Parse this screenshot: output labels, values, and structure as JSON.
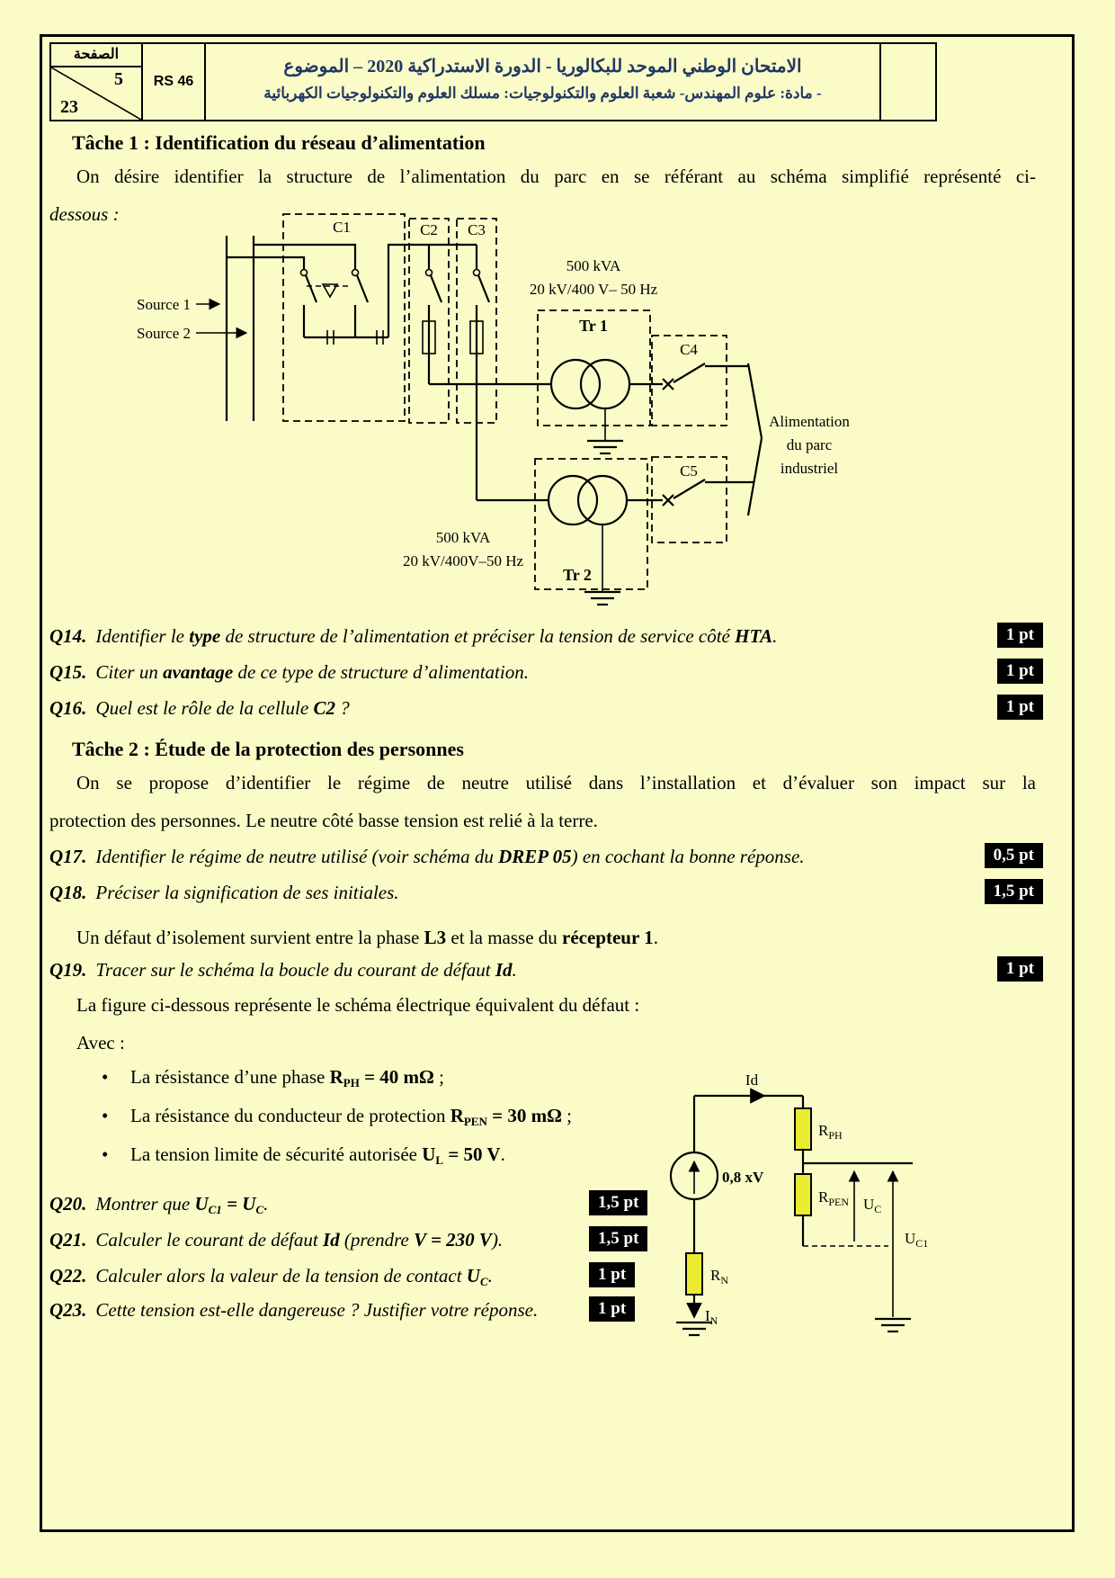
{
  "colors": {
    "page_bg": "#FBFBC8",
    "title_blue": "#1F3864",
    "resistor_yellow": "#E9EC31",
    "badge_bg": "#000000"
  },
  "header": {
    "page_word": "الصفحة",
    "page_num": "5",
    "page_total": "23",
    "doc_code": "RS 46",
    "title_line1": "الامتحان الوطني الموحد للبكالوريا - الدورة الاستدراكية 2020 – الموضوع",
    "title_line2": "- مادة: علوم المهندس- شعبة العلوم والتكنولوجيات: مسلك العلوم والتكنولوجيات الكهربائية"
  },
  "tache1": {
    "title": "Tâche 1 : Identification du réseau d’alimentation",
    "intro_l1": "On désire identifier la structure de l’alimentation du parc en se référant au schéma simplifié représenté ci-",
    "intro_l2": "dessous :"
  },
  "schema1": {
    "source1": "Source 1",
    "source2": "Source 2",
    "cells": {
      "c1": "C1",
      "c2": "C2",
      "c3": "C3",
      "c4": "C4",
      "c5": "C5"
    },
    "tr1_power": "500 kVA",
    "tr1_ratio": "20 kV/400 V– 50 Hz",
    "tr1_name": "Tr 1",
    "tr2_power": "500 kVA",
    "tr2_ratio": "20 kV/400V–50 Hz",
    "tr2_name": "Tr 2",
    "load_l1": "Alimentation",
    "load_l2": "du parc",
    "load_l3": "industriel"
  },
  "q14": {
    "num": "Q14.",
    "pts": "1 pt",
    "segments": [
      {
        "t": "Identifier le "
      },
      {
        "t": "type",
        "b": true
      },
      {
        "t": " de structure de l’alimentation et préciser la tension de service côté "
      },
      {
        "t": "HTA",
        "b": true
      },
      {
        "t": "."
      }
    ]
  },
  "q15": {
    "num": "Q15.",
    "pts": "1 pt",
    "segments": [
      {
        "t": "Citer un "
      },
      {
        "t": "avantage",
        "b": true
      },
      {
        "t": " de ce type de structure d’alimentation."
      }
    ]
  },
  "q16": {
    "num": "Q16.",
    "pts": "1 pt",
    "segments": [
      {
        "t": "Quel est le rôle de la cellule "
      },
      {
        "t": "C2",
        "b": true
      },
      {
        "t": " ?"
      }
    ]
  },
  "tache2": {
    "title": "Tâche 2 : Étude de la protection des personnes",
    "para_l1": "On se propose d’identifier le régime de neutre utilisé dans l’installation et d’évaluer son impact sur la",
    "para_l2": "protection des personnes. Le neutre côté basse tension est relié à la terre.",
    "fault_segments": [
      {
        "t": "Un défaut d’isolement survient entre la phase "
      },
      {
        "t": "L3",
        "b": true
      },
      {
        "t": " et la masse du "
      },
      {
        "t": "récepteur 1",
        "b": true
      },
      {
        "t": "."
      }
    ],
    "figure_line": "La figure ci-dessous  représente le schéma électrique équivalent du défaut :",
    "avec": "Avec :",
    "bullet": "•",
    "bullets": [
      {
        "segments": [
          {
            "t": "La résistance d’une phase "
          },
          {
            "t": "R",
            "b": true
          },
          {
            "t": "PH",
            "b": true,
            "sub": true
          },
          {
            "t": " = 40 mΩ",
            "b": true
          },
          {
            "t": " ;"
          }
        ]
      },
      {
        "segments": [
          {
            "t": "La résistance du conducteur de protection "
          },
          {
            "t": "R",
            "b": true
          },
          {
            "t": "PEN",
            "b": true,
            "sub": true
          },
          {
            "t": " = 30 mΩ",
            "b": true
          },
          {
            "t": " ;"
          }
        ]
      },
      {
        "segments": [
          {
            "t": "La tension limite de sécurité autorisée "
          },
          {
            "t": "U",
            "b": true
          },
          {
            "t": "L",
            "b": true,
            "sub": true
          },
          {
            "t": " = 50 V",
            "b": true
          },
          {
            "t": "."
          }
        ]
      }
    ]
  },
  "q17": {
    "num": "Q17.",
    "pts": "0,5 pt",
    "segments": [
      {
        "t": "Identifier le régime de neutre utilisé (voir schéma du "
      },
      {
        "t": "DREP 05",
        "b": true
      },
      {
        "t": ") en cochant la bonne réponse."
      }
    ]
  },
  "q18": {
    "num": "Q18.",
    "pts": "1,5 pt",
    "segments": [
      {
        "t": "Préciser la signification de ses initiales."
      }
    ]
  },
  "q19": {
    "num": "Q19.",
    "pts": "1 pt",
    "segments": [
      {
        "t": "Tracer sur le schéma la boucle du courant de défaut "
      },
      {
        "t": "Id",
        "b": true
      },
      {
        "t": "."
      }
    ]
  },
  "q20": {
    "num": "Q20.",
    "pts": "1,5 pt",
    "segments": [
      {
        "t": "Montrer que "
      },
      {
        "t": "U",
        "b": true
      },
      {
        "t": "C1",
        "b": true,
        "sub": true
      },
      {
        "t": " = U",
        "b": true
      },
      {
        "t": "C",
        "b": true,
        "sub": true
      },
      {
        "t": "."
      }
    ]
  },
  "q21": {
    "num": "Q21.",
    "pts": "1,5 pt",
    "segments": [
      {
        "t": "Calculer le courant de défaut "
      },
      {
        "t": "Id",
        "b": true
      },
      {
        "t": " (prendre "
      },
      {
        "t": "V = 230 V",
        "b": true
      },
      {
        "t": ")."
      }
    ]
  },
  "q22": {
    "num": "Q22.",
    "pts": "1 pt",
    "segments": [
      {
        "t": "Calculer alors la valeur de la tension de contact "
      },
      {
        "t": "U",
        "b": true
      },
      {
        "t": "C",
        "b": true,
        "sub": true
      },
      {
        "t": "."
      }
    ]
  },
  "q23": {
    "num": "Q23.",
    "pts": "1 pt",
    "segments": [
      {
        "t": "Cette tension est-elle dangereuse ? Justifier votre réponse."
      }
    ]
  },
  "circuit2": {
    "id_label": "Id",
    "source_label": "0,8 xV",
    "rph_m": "R",
    "rph_s": "PH",
    "rpen_m": "R",
    "rpen_s": "PEN",
    "uc_m": "U",
    "uc_s": "C",
    "uc1_m": "U",
    "uc1_s": "C1",
    "rn_m": "R",
    "rn_s": "N",
    "in_m": "I",
    "in_s": "N"
  }
}
